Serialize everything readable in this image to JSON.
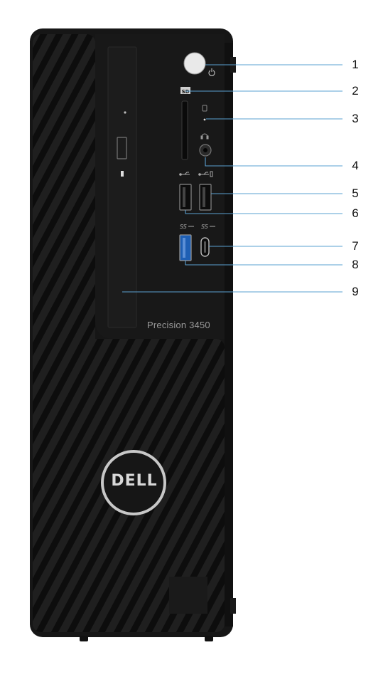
{
  "product": {
    "model_label": "Precision 3450",
    "brand": "DELL"
  },
  "callouts": [
    {
      "num": "1",
      "part": "power-button"
    },
    {
      "num": "2",
      "part": "sd-card-slot"
    },
    {
      "num": "3",
      "part": "drive-activity-light"
    },
    {
      "num": "4",
      "part": "headset-jack"
    },
    {
      "num": "5",
      "part": "usb-2-port-right"
    },
    {
      "num": "6",
      "part": "usb-2-port-left"
    },
    {
      "num": "7",
      "part": "usb-c-port"
    },
    {
      "num": "8",
      "part": "usb-3-port"
    },
    {
      "num": "9",
      "part": "optical-drive"
    }
  ],
  "icons": [
    "power-icon",
    "sd-icon",
    "drive-icon",
    "headset-icon",
    "usb-icon",
    "ss-usb-icon"
  ],
  "colors": {
    "chassis": "#161616",
    "bay": "#1c1c1c",
    "usb3_blue": "#1e5fb4",
    "callout_line": "#5aa0d0",
    "badge_ring": "#c8c8c8"
  }
}
